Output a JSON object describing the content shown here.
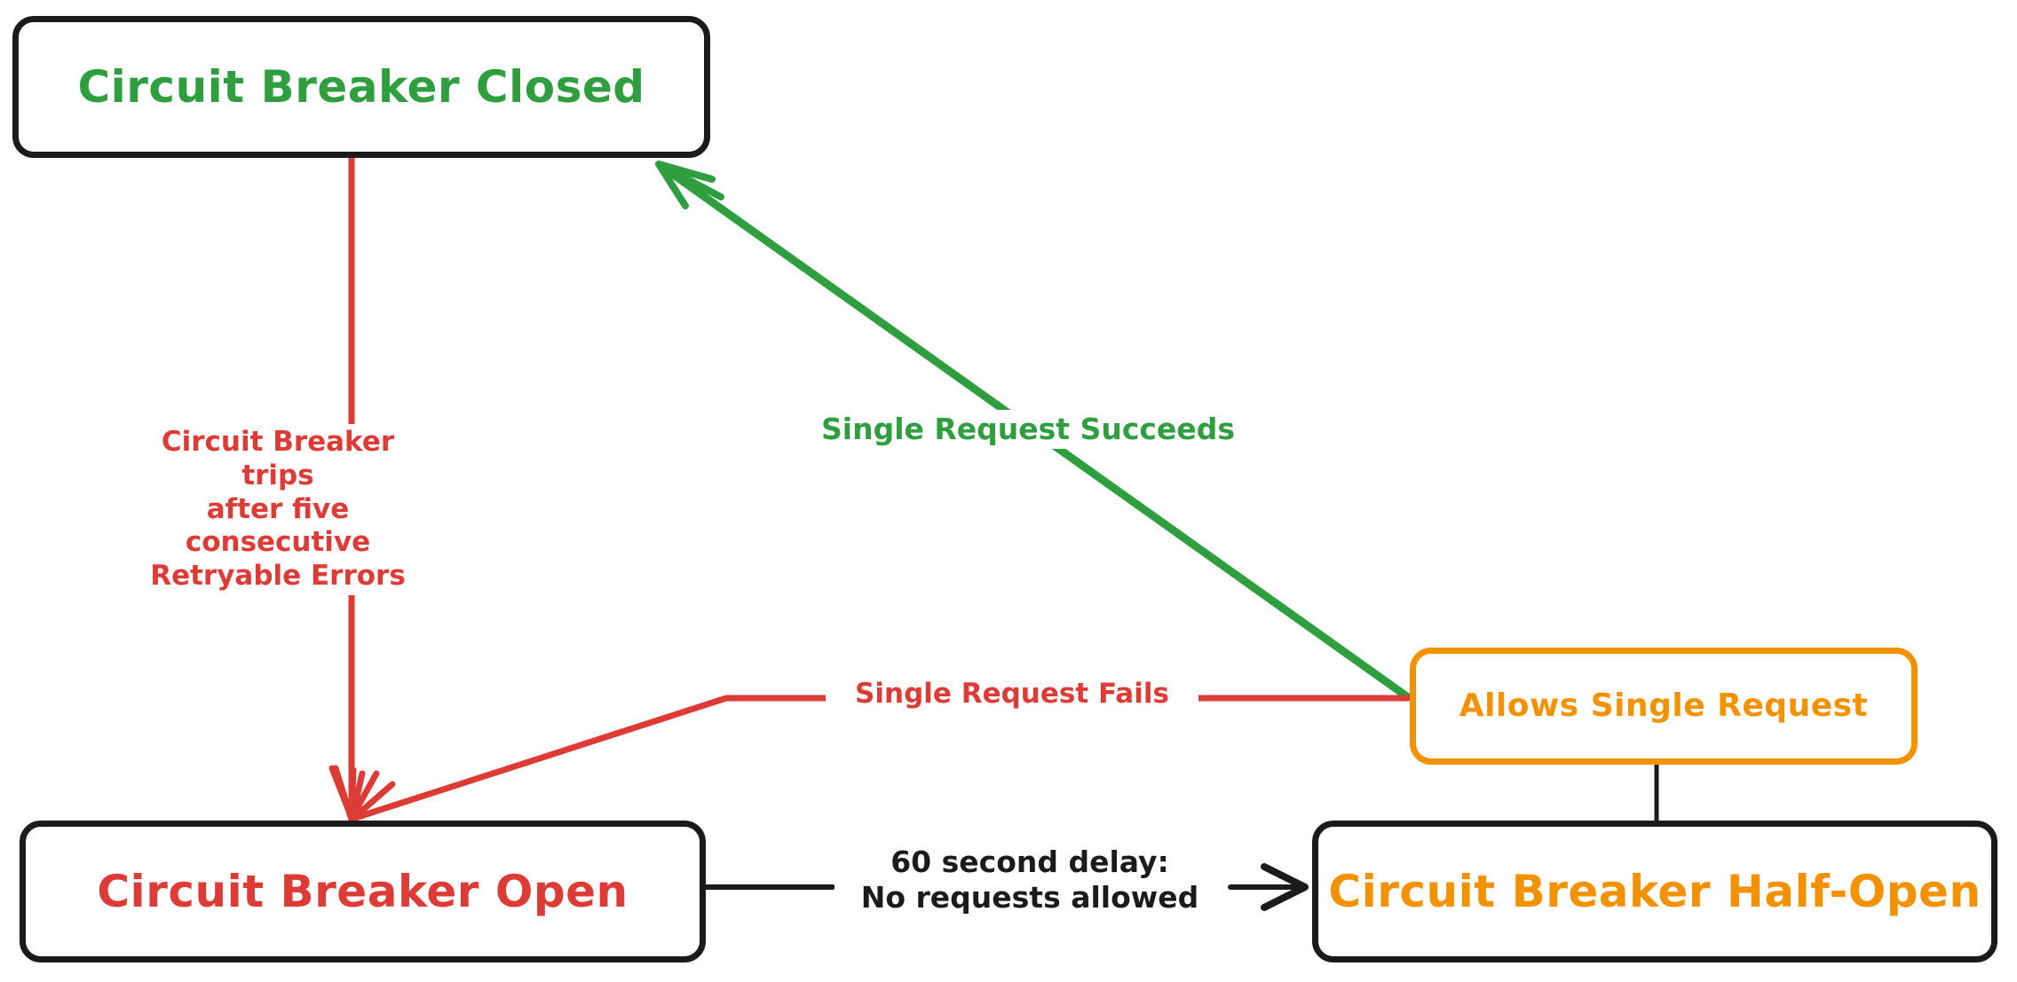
{
  "diagram": {
    "type": "state-diagram",
    "title": "Circuit Breaker State Diagram",
    "background": "#ffffff",
    "colors": {
      "green": "#2e9e3f",
      "red": "#dd3b36",
      "orange": "#f39200",
      "black": "#1b1b1b",
      "node_fill": "#ffffff"
    }
  },
  "nodes": [
    {
      "id": "closed",
      "label": "Circuit Breaker Closed",
      "text_color": "#2e9e3f",
      "border_color": "#1b1b1b",
      "shape": "rounded-rect"
    },
    {
      "id": "open",
      "label": "Circuit Breaker Open",
      "text_color": "#dd3b36",
      "border_color": "#1b1b1b",
      "shape": "rounded-rect"
    },
    {
      "id": "allows",
      "label": "Allows Single Request",
      "text_color": "#f39200",
      "border_color": "#f39200",
      "shape": "rounded-rect"
    },
    {
      "id": "halfopen",
      "label": "Circuit Breaker Half-Open",
      "text_color": "#f39200",
      "border_color": "#1b1b1b",
      "shape": "rounded-rect"
    }
  ],
  "edges": [
    {
      "id": "closed-to-open",
      "from": "closed",
      "to": "open",
      "color": "#dd3b36",
      "arrow": true,
      "label": "Circuit Breaker trips\nafter five consecutive\nRetryable Errors"
    },
    {
      "id": "allows-to-closed",
      "from": "allows",
      "to": "closed",
      "color": "#2e9e3f",
      "arrow": true,
      "label": "Single Request Succeeds"
    },
    {
      "id": "allows-to-open",
      "from": "allows",
      "to": "open",
      "color": "#dd3b36",
      "arrow": true,
      "label": "Single Request Fails"
    },
    {
      "id": "open-to-halfopen",
      "from": "open",
      "to": "halfopen",
      "color": "#1b1b1b",
      "arrow": true,
      "label": "60 second delay:\nNo requests allowed"
    },
    {
      "id": "allows-to-halfopen",
      "from": "allows",
      "to": "halfopen",
      "color": "#1b1b1b",
      "arrow": false,
      "label": ""
    }
  ],
  "labels": {
    "trips": "Circuit Breaker trips\nafter five consecutive\nRetryable Errors",
    "succeeds": "Single Request Succeeds",
    "fails": "Single Request Fails",
    "delay": "60 second delay:\nNo requests allowed"
  }
}
